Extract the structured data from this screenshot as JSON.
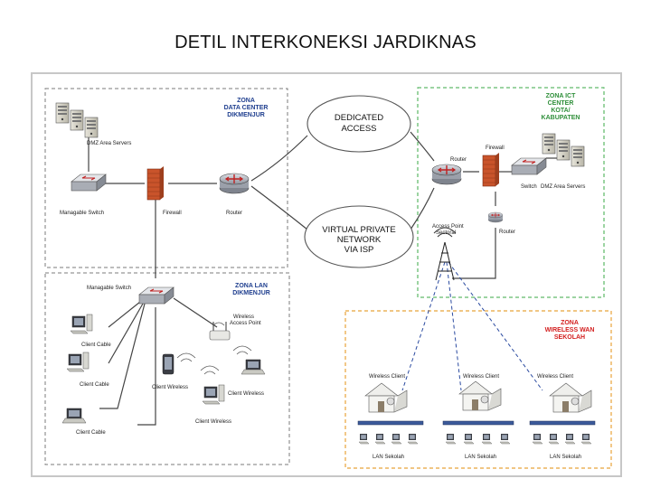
{
  "title": "DETIL INTERKONEKSI  JARDIKNAS",
  "colors": {
    "zone_blue": "#1f3f8f",
    "zone_green": "#2f8f3a",
    "zone_red": "#d31f1f",
    "firewall": "#c9542b",
    "router": "#8a8f99"
  },
  "zones": {
    "data_center": {
      "line1": "ZONA",
      "line2": "DATA CENTER",
      "line3": "DIKMENJUR"
    },
    "ict_center": {
      "line1": "ZONA ICT",
      "line2": "CENTER",
      "line3": "KOTA/",
      "line4": "KABUPATEN"
    },
    "lan": {
      "line1": "ZONA LAN",
      "line2": "DIKMENJUR"
    },
    "wireless_wan": {
      "line1": "ZONA",
      "line2": "WIRELESS WAN",
      "line3": "SEKOLAH"
    }
  },
  "clouds": {
    "dedicated": {
      "line1": "DEDICATED",
      "line2": "ACCESS"
    },
    "vpn": {
      "line1": "VIRTUAL PRIVATE",
      "line2": "NETWORK",
      "line3": "VIA ISP"
    }
  },
  "labels": {
    "dmz_servers_left": "DMZ Area Servers",
    "managable_switch_top": "Managable Switch",
    "firewall_left": "Firewall",
    "router_left": "Router",
    "router_right": "Router",
    "firewall_right": "Firewall",
    "switch_right": "Switch",
    "dmz_servers_right": "DMZ Area Servers",
    "router_right_lower": "Router",
    "access_point_line1": "Access Point",
    "access_point_line2": "Sectoral",
    "managable_switch_lan": "Managable Switch",
    "wireless_ap_line1": "Wireless",
    "wireless_ap_line2": "Access Point",
    "client_cable_1": "Client Cable",
    "client_cable_2": "Client Cable",
    "client_cable_3": "Client Cable",
    "client_wireless_1": "Client Wireless",
    "client_wireless_2": "Client Wireless",
    "client_wireless_3": "Client Wireless",
    "wireless_client_1": "Wireless Client",
    "wireless_client_2": "Wireless Client",
    "wireless_client_3": "Wireless Client",
    "lan_sekolah_1": "LAN Sekolah",
    "lan_sekolah_2": "LAN Sekolah",
    "lan_sekolah_3": "LAN Sekolah"
  }
}
